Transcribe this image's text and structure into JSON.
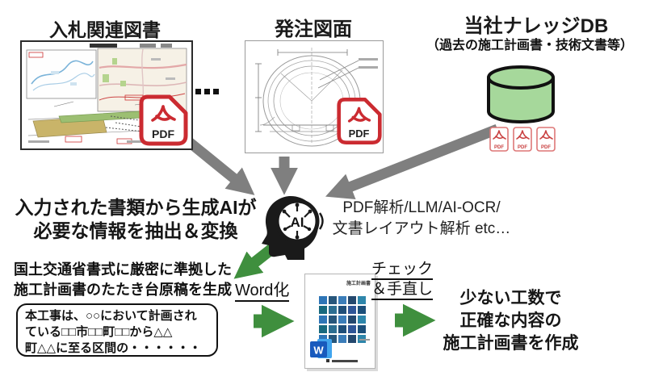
{
  "colors": {
    "arrow_gray": "#7F7F7F",
    "arrow_green": "#3F8F3E",
    "pdf_red": "#CB2B31",
    "db_green": "#A6D89B",
    "word_blue": "#185ABD"
  },
  "sources": {
    "bid_documents": {
      "title": "入札関連図書",
      "pdf_badge": "PDF"
    },
    "ellipsis": "・・・",
    "order_drawings": {
      "title": "発注図面",
      "pdf_badge": "PDF"
    },
    "knowledge_db": {
      "title": "当社ナレッジDB",
      "subtitle": "（過去の施工計画書・技術文書等）",
      "pdf_badge": "PDF"
    }
  },
  "ai_step": {
    "icon_label": "AI",
    "headline_line1": "入力された書類から生成AIが",
    "headline_line2": "必要な情報を抽出＆変換",
    "tech_line1": "PDF解析/LLM/AI-OCR/",
    "tech_line2": "文書レイアウト解析 etc…"
  },
  "draft_step": {
    "caption_line1": "国土交通省書式に厳密に準拠した",
    "caption_line2": "施工計画書のたたき台原稿を生成",
    "sample_text_line1": "本工事は、○○において計画され",
    "sample_text_line2": "ている□□市□□町□□から△△",
    "sample_text_line3": "町△△に至る区間の・・・・・・"
  },
  "word_step": {
    "arrow_label": "Word化",
    "document_title": "施工計画書",
    "word_logo": "W"
  },
  "review_step": {
    "label_line1": "チェック",
    "label_line2": "＆手直し"
  },
  "result": {
    "line1": "少ない工数で",
    "line2": "正確な内容の",
    "line3": "施工計画書を作成"
  }
}
